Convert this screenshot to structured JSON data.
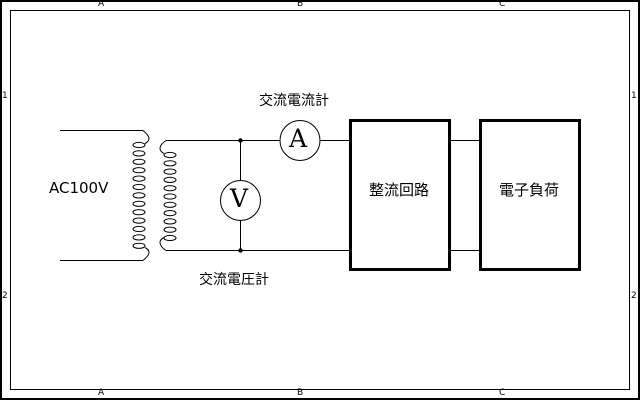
{
  "grid": {
    "columns": [
      "A",
      "B",
      "C"
    ],
    "rows": [
      "1",
      "2"
    ]
  },
  "source": {
    "label": "AC100V"
  },
  "meters": {
    "ammeter": {
      "symbol": "A",
      "label": "交流電流計"
    },
    "voltmeter": {
      "symbol": "V",
      "label": "交流電圧計"
    }
  },
  "blocks": {
    "rectifier": {
      "label": "整流回路"
    },
    "load": {
      "label": "電子負荷"
    }
  },
  "colors": {
    "line": "#000000",
    "background": "#ffffff"
  }
}
